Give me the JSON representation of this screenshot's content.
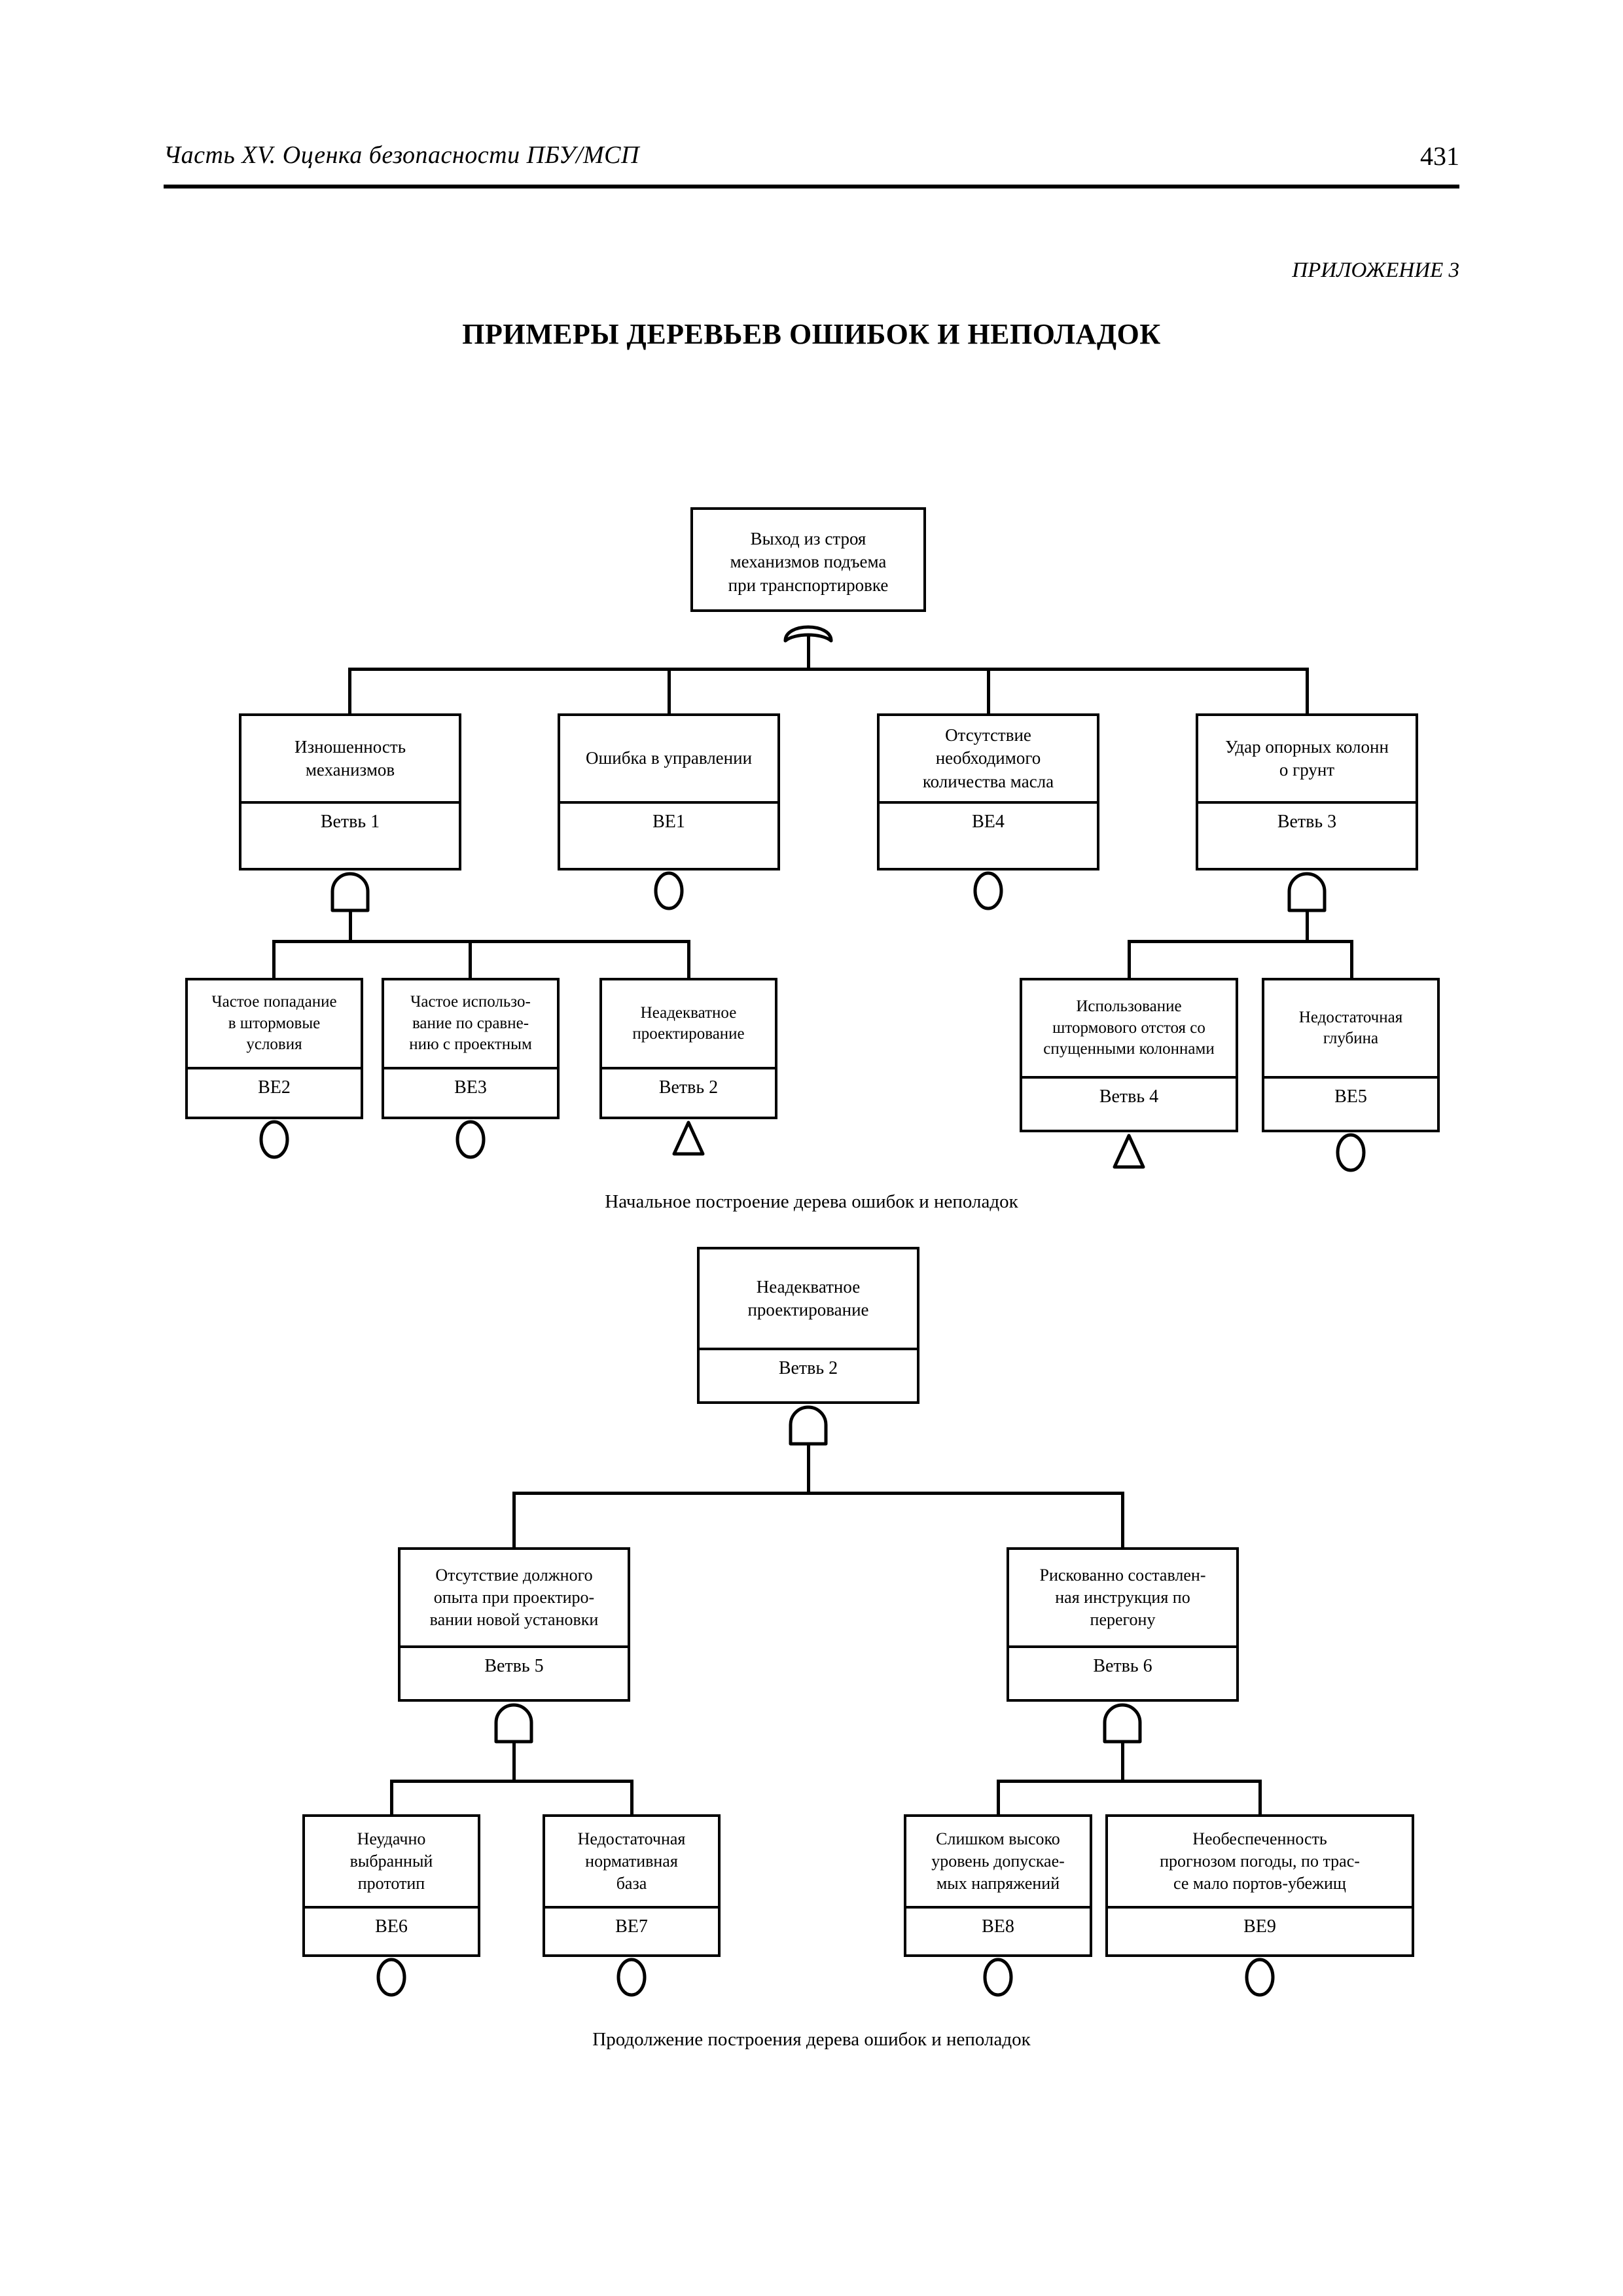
{
  "header": {
    "running_title": "Часть XV. Оценка безопасности ПБУ/МСП",
    "page_number": "431"
  },
  "appendix_label": "ПРИЛОЖЕНИЕ 3",
  "document_title": "ПРИМЕРЫ ДЕРЕВЬЕВ ОШИБОК И НЕПОЛАДОК",
  "captions": {
    "tree1": "Начальное построение дерева ошибок и неполадок",
    "tree2": "Продолжение построения дерева ошибок и неполадок"
  },
  "chart_data": {
    "type": "diagram",
    "diagram_kind": "fault-tree",
    "trees": [
      {
        "id": "tree-1",
        "caption": "Начальное построение дерева ошибок и неполадок",
        "nodes": [
          {
            "id": "t1-top",
            "desc": "Выход из строя\nмеханизмов подъема\nпри транспортировке",
            "code": "",
            "gate": "or",
            "level": 0
          },
          {
            "id": "t1-a",
            "desc": "Изношенность\nмеханизмов",
            "code": "Ветвь 1",
            "gate": "and",
            "level": 1
          },
          {
            "id": "t1-b",
            "desc": "Ошибка в управлении",
            "code": "BE1",
            "gate": "circle",
            "level": 1
          },
          {
            "id": "t1-c",
            "desc": "Отсутствие\nнеобходимого\nколичества масла",
            "code": "BE4",
            "gate": "circle",
            "level": 1
          },
          {
            "id": "t1-d",
            "desc": "Удар опорных колонн\nо грунт",
            "code": "Ветвь 3",
            "gate": "and",
            "level": 1
          },
          {
            "id": "t1-a1",
            "desc": "Частое попадание\nв штормовые\nусловия",
            "code": "BE2",
            "gate": "circle",
            "level": 2
          },
          {
            "id": "t1-a2",
            "desc": "Частое использо-\nвание по сравне-\nнию с проектным",
            "code": "BE3",
            "gate": "circle",
            "level": 2
          },
          {
            "id": "t1-a3",
            "desc": "Неадекватное\nпроектирование",
            "code": "Ветвь 2",
            "gate": "triangle",
            "level": 2
          },
          {
            "id": "t1-d1",
            "desc": "Использование\nштормового отстоя со\nспущенными колоннами",
            "code": "Ветвь 4",
            "gate": "triangle",
            "level": 2
          },
          {
            "id": "t1-d2",
            "desc": "Недостаточная\nглубина",
            "code": "BE5",
            "gate": "circle",
            "level": 2
          }
        ],
        "edges": [
          {
            "from": "t1-top",
            "to": [
              "t1-a",
              "t1-b",
              "t1-c",
              "t1-d"
            ],
            "gate": "or"
          },
          {
            "from": "t1-a",
            "to": [
              "t1-a1",
              "t1-a2",
              "t1-a3"
            ],
            "gate": "and"
          },
          {
            "from": "t1-d",
            "to": [
              "t1-d1",
              "t1-d2"
            ],
            "gate": "and"
          }
        ]
      },
      {
        "id": "tree-2",
        "caption": "Продолжение построения дерева ошибок и неполадок",
        "nodes": [
          {
            "id": "t2-top",
            "desc": "Неадекватное\nпроектирование",
            "code": "Ветвь 2",
            "gate": "and",
            "level": 0
          },
          {
            "id": "t2-a",
            "desc": "Отсутствие должного\nопыта при проектиро-\nвании новой установки",
            "code": "Ветвь 5",
            "gate": "and",
            "level": 1
          },
          {
            "id": "t2-b",
            "desc": "Рискованно составлен-\nная инструкция по\nперегону",
            "code": "Ветвь 6",
            "gate": "and",
            "level": 1
          },
          {
            "id": "t2-a1",
            "desc": "Неудачно\nвыбранный\nпрототип",
            "code": "BE6",
            "gate": "circle",
            "level": 2
          },
          {
            "id": "t2-a2",
            "desc": "Недостаточная\nнормативная\nбаза",
            "code": "BE7",
            "gate": "circle",
            "level": 2
          },
          {
            "id": "t2-b1",
            "desc": "Слишком высоко\nуровень допускае-\nмых напряжений",
            "code": "BE8",
            "gate": "circle",
            "level": 2
          },
          {
            "id": "t2-b2",
            "desc": "Необеспеченность\nпрогнозом погоды, по трас-\nсе мало портов-убежищ",
            "code": "BE9",
            "gate": "circle",
            "level": 2
          }
        ],
        "edges": [
          {
            "from": "t2-top",
            "to": [
              "t2-a",
              "t2-b"
            ],
            "gate": "and"
          },
          {
            "from": "t2-a",
            "to": [
              "t2-a1",
              "t2-a2"
            ],
            "gate": "and"
          },
          {
            "from": "t2-b",
            "to": [
              "t2-b1",
              "t2-b2"
            ],
            "gate": "and"
          }
        ]
      }
    ]
  },
  "nodes": {
    "t1_top_l1": "Выход из строя",
    "t1_top_l2": "механизмов подъема",
    "t1_top_l3": "при транспортировке",
    "t1_a_l1": "Изношенность",
    "t1_a_l2": "механизмов",
    "t1_a_code": "Ветвь 1",
    "t1_b_l1": "Ошибка в управлении",
    "t1_b_code": "BE1",
    "t1_c_l1": "Отсутствие",
    "t1_c_l2": "необходимого",
    "t1_c_l3": "количества масла",
    "t1_c_code": "BE4",
    "t1_d_l1": "Удар опорных колонн",
    "t1_d_l2": "о грунт",
    "t1_d_code": "Ветвь 3",
    "t1_a1_l1": "Частое попадание",
    "t1_a1_l2": "в штормовые",
    "t1_a1_l3": "условия",
    "t1_a1_code": "BE2",
    "t1_a2_l1": "Частое использо-",
    "t1_a2_l2": "вание по сравне-",
    "t1_a2_l3": "нию с проектным",
    "t1_a2_code": "BE3",
    "t1_a3_l1": "Неадекватное",
    "t1_a3_l2": "проектирование",
    "t1_a3_code": "Ветвь 2",
    "t1_d1_l1": "Использование",
    "t1_d1_l2": "штормового отстоя со",
    "t1_d1_l3": "спущенными колоннами",
    "t1_d1_code": "Ветвь 4",
    "t1_d2_l1": "Недостаточная",
    "t1_d2_l2": "глубина",
    "t1_d2_code": "BE5",
    "t2_top_l1": "Неадекватное",
    "t2_top_l2": "проектирование",
    "t2_top_code": "Ветвь 2",
    "t2_a_l1": "Отсутствие должного",
    "t2_a_l2": "опыта при проектиро-",
    "t2_a_l3": "вании новой установки",
    "t2_a_code": "Ветвь 5",
    "t2_b_l1": "Рискованно составлен-",
    "t2_b_l2": "ная инструкция по",
    "t2_b_l3": "перегону",
    "t2_b_code": "Ветвь 6",
    "t2_a1_l1": "Неудачно",
    "t2_a1_l2": "выбранный",
    "t2_a1_l3": "прототип",
    "t2_a1_code": "BE6",
    "t2_a2_l1": "Недостаточная",
    "t2_a2_l2": "нормативная",
    "t2_a2_l3": "база",
    "t2_a2_code": "BE7",
    "t2_b1_l1": "Слишком высоко",
    "t2_b1_l2": "уровень допускае-",
    "t2_b1_l3": "мых напряжений",
    "t2_b1_code": "BE8",
    "t2_b2_l1": "Необеспеченность",
    "t2_b2_l2": "прогнозом погоды, по трас-",
    "t2_b2_l3": "се мало портов-убежищ",
    "t2_b2_code": "BE9"
  }
}
